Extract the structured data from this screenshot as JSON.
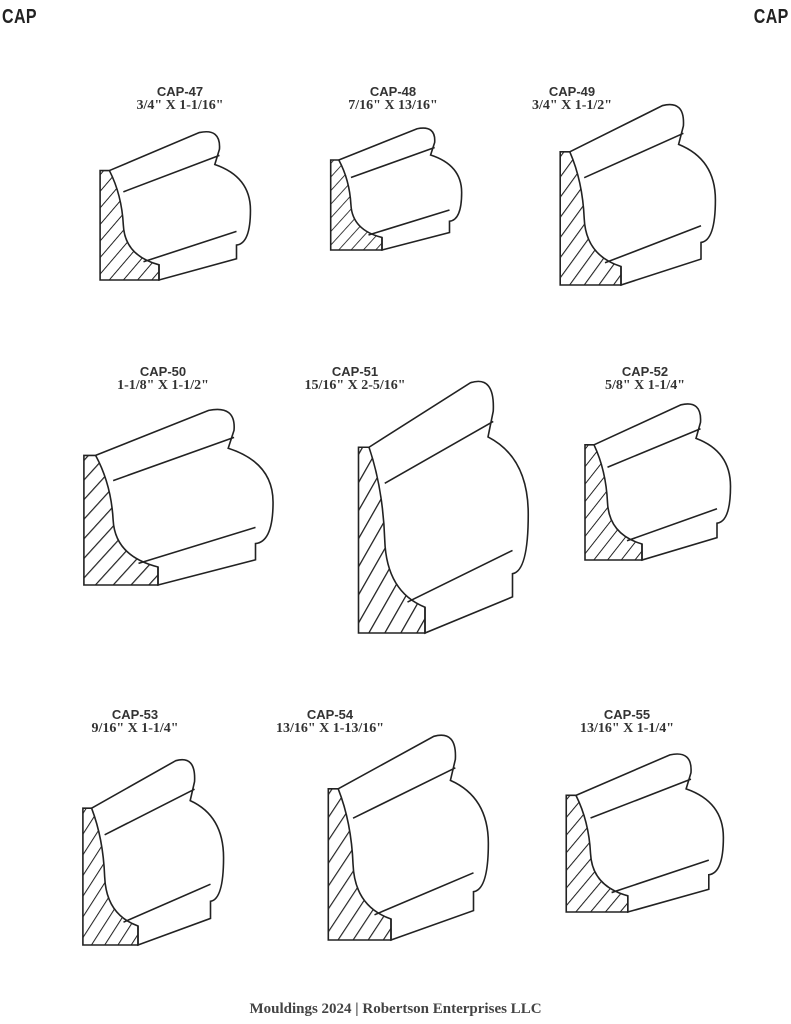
{
  "header": {
    "left": "CAP",
    "right": "CAP"
  },
  "items": [
    {
      "code": "CAP-47",
      "size": "3/4\" X 1-1/16\""
    },
    {
      "code": "CAP-48",
      "size": "7/16\" X 13/16\""
    },
    {
      "code": "CAP-49",
      "size": "3/4\" X 1-1/2\""
    },
    {
      "code": "CAP-50",
      "size": "1-1/8\" X 1-1/2\""
    },
    {
      "code": "CAP-51",
      "size": "15/16\" X 2-5/16\""
    },
    {
      "code": "CAP-52",
      "size": "5/8\" X 1-1/4\""
    },
    {
      "code": "CAP-53",
      "size": "9/16\" X 1-1/4\""
    },
    {
      "code": "CAP-54",
      "size": "13/16\" X 1-13/16\""
    },
    {
      "code": "CAP-55",
      "size": "13/16\" X 1-1/4\""
    }
  ],
  "footer": "Mouldings 2024 | Robertson Enterprises LLC"
}
